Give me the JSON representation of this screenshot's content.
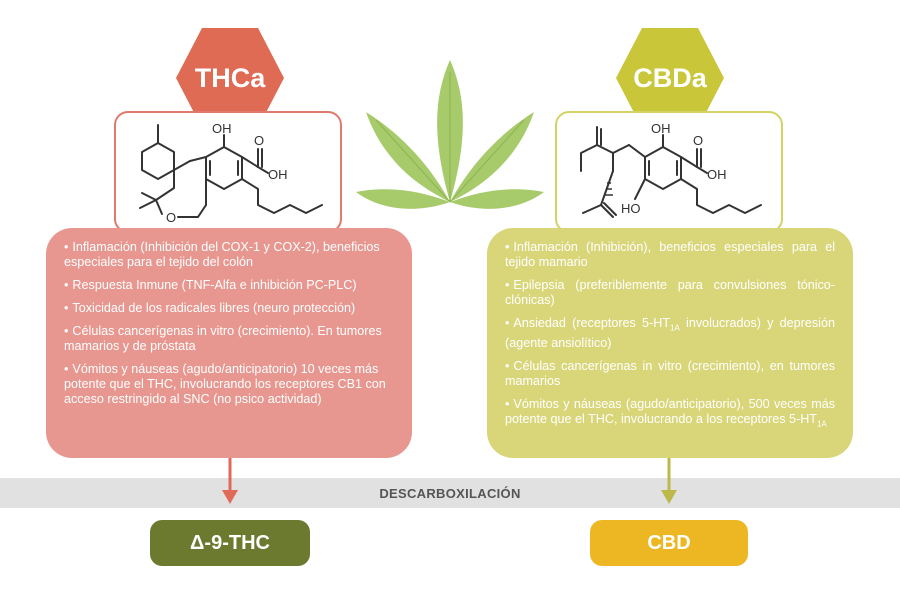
{
  "colors": {
    "thca_hex": "#E06B55",
    "thca_border": "#E07A6C",
    "thca_box": "#E89790",
    "thca_arrow": "#E06A5A",
    "thc_pill": "#6B7A2E",
    "cbda_hex": "#C9C63A",
    "cbda_border": "#D3D265",
    "cbda_box": "#D9D67A",
    "cbda_arrow": "#BDB84A",
    "cbd_pill": "#EDB724",
    "leaf": "#A7CB6A"
  },
  "thca": {
    "title": "THCa",
    "atom_oh": "OH",
    "atom_cooh_o": "O",
    "atom_cooh_oh": "OH",
    "atom_ring_o": "O",
    "bullets": [
      "Inflamación (Inhibición del COX-1 y COX-2), beneficios especiales para el tejido del colón",
      "Respuesta Inmune (TNF-Alfa e inhibición PC-PLC)",
      "Toxicidad de los radicales libres (neuro protección)",
      "Células cancerígenas in vitro (crecimiento). En tumores mamarios y de próstata",
      "Vómitos y náuseas (agudo/anticipatorio) 10 veces más potente que el THC, involucrando los receptores CB1 con acceso restringido al SNC (no psico actividad)"
    ],
    "result": "Δ-9-THC"
  },
  "cbda": {
    "title": "CBDa",
    "atom_oh_top": "OH",
    "atom_cooh_o": "O",
    "atom_cooh_oh": "OH",
    "atom_ho": "HO",
    "bullets": [
      "Inflamación (Inhibición), beneficios especiales para el tejido mamario",
      "Epilepsia (preferiblemente para convulsiones tónico-clónicas)",
      "Ansiedad (receptores 5-HT",
      "1A",
      " involucrados) y depresión (agente ansiolítico)",
      "Células cancerígenas in vitro (crecimiento), en tumores mamarios",
      "Vómitos y náuseas (agudo/anticipatorio), 500 veces más potente que el THC, involucrando a los receptores 5-HT",
      "1A"
    ],
    "result": "CBD"
  },
  "process": {
    "label": "DESCARBOXILACIÓN"
  },
  "icons": {
    "leaf": "cannabis-leaf-icon"
  }
}
